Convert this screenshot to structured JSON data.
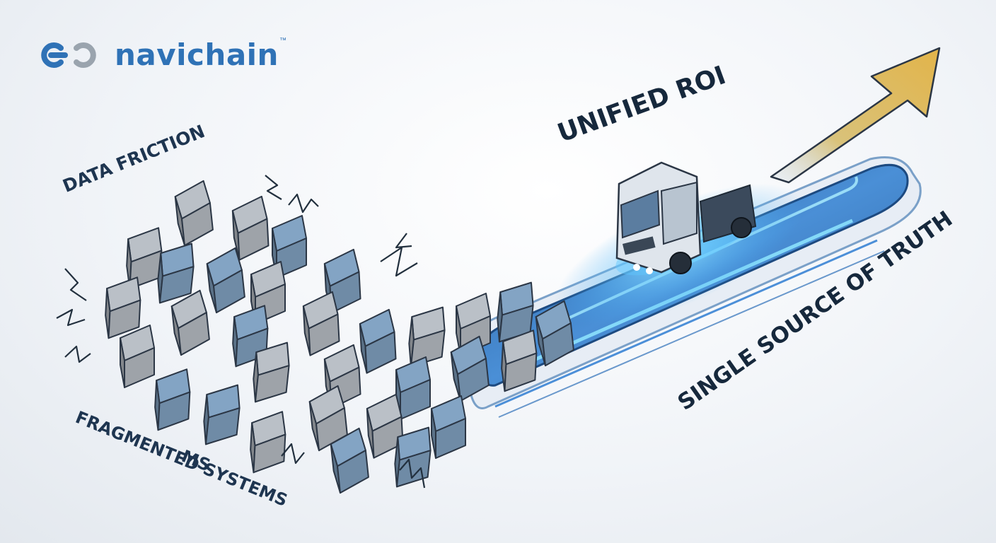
{
  "brand": {
    "name": "navichain",
    "trademark": "™",
    "icon": "chain-link-icon",
    "color": "#2f72b6"
  },
  "labels": {
    "data_friction": "DATA FRICTION",
    "unified_roi": "UNIFIED ROI",
    "fragmented_line1": "FRAGMENTED SYSTEMS",
    "fragmented_line2": "MS",
    "single_source": "SINGLE SOURCE OF TRUTH"
  },
  "colors": {
    "label_text": "#1e3550",
    "block_gray": "#9ea3a9",
    "block_blue": "#6f8ba6",
    "platform_glow": "#3fa9f5",
    "arrow_gold": "#d9b45a"
  },
  "icons": [
    "chain-link-icon",
    "lightning-zigzag-icon",
    "truck-icon",
    "growth-arrow-icon"
  ]
}
